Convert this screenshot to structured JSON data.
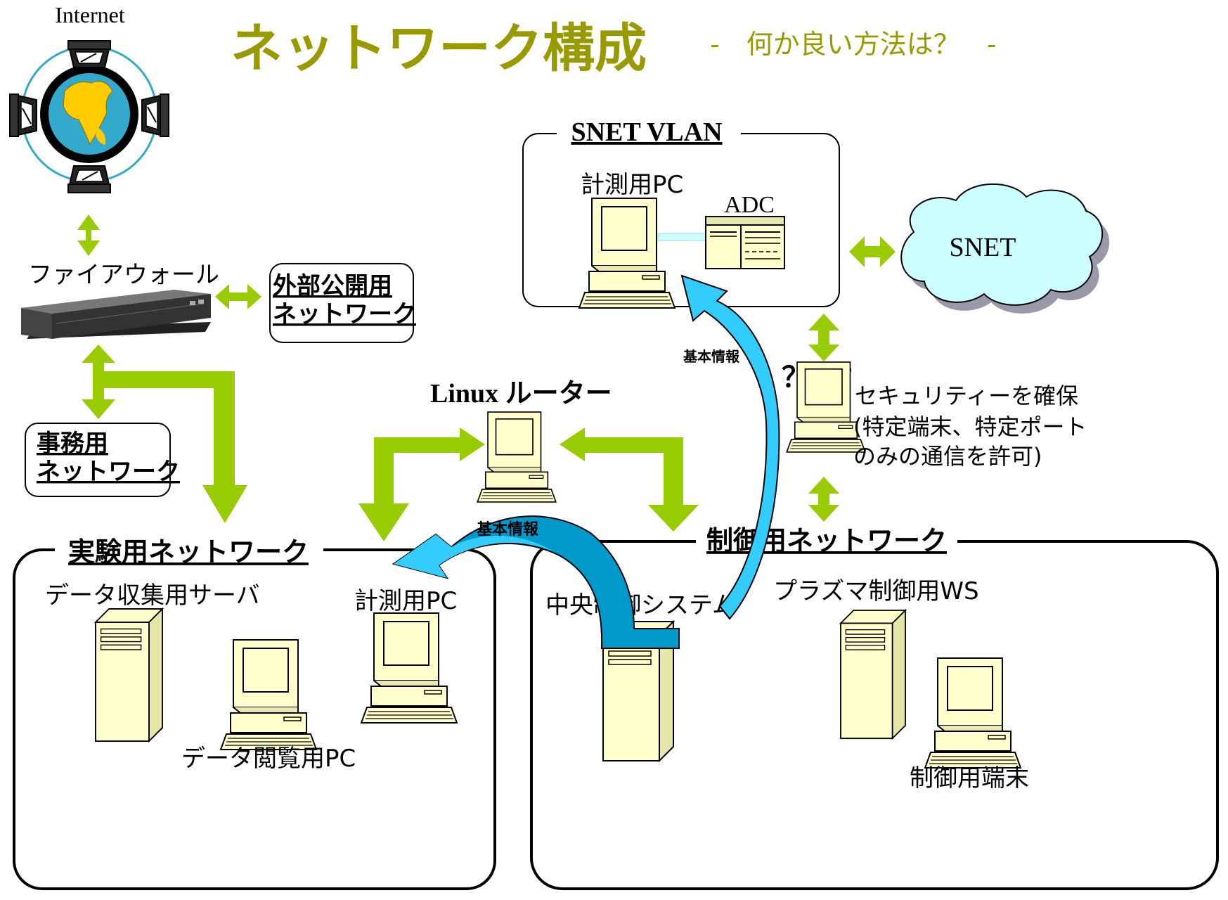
{
  "title": {
    "main": "ネットワーク構成",
    "sub": "-　何か良い方法は？　-"
  },
  "internet": {
    "label": "Internet"
  },
  "firewall": {
    "label": "ファイアウォール"
  },
  "public_net": {
    "line1": "外部公開用",
    "line2": "ネットワーク"
  },
  "office_net": {
    "line1": "事務用",
    "line2": "ネットワーク"
  },
  "snet_vlan": {
    "title": "SNET VLAN",
    "pc_label": "計測用PC",
    "adc_label": "ADC"
  },
  "snet": {
    "label": "SNET"
  },
  "router": {
    "label": "Linux ルーター"
  },
  "security": {
    "question": "？？？",
    "line1": "セキュリティーを確保",
    "line2": "(特定端末、特定ポート",
    "line3": "のみの通信を許可)"
  },
  "flow": {
    "label_vlan": "基本情報",
    "label_exp": "基本情報"
  },
  "experiment_net": {
    "title": "実験用ネットワーク",
    "server_label": "データ収集用サーバ",
    "pc_label": "計測用PC",
    "viewer_label": "データ閲覧用PC"
  },
  "control_net": {
    "title": "制御用ネットワーク",
    "central_label": "中央制御システム",
    "plasma_label": "プラズマ制御用WS",
    "terminal_label": "制御用端末"
  },
  "colors": {
    "title": "#999900",
    "arrow_green": "#99cc00",
    "arrow_blue": "#33ccff",
    "arrow_blue_dark": "#0099cc",
    "device_fill": "#ffffcc",
    "cloud_fill": "#ccffff"
  }
}
